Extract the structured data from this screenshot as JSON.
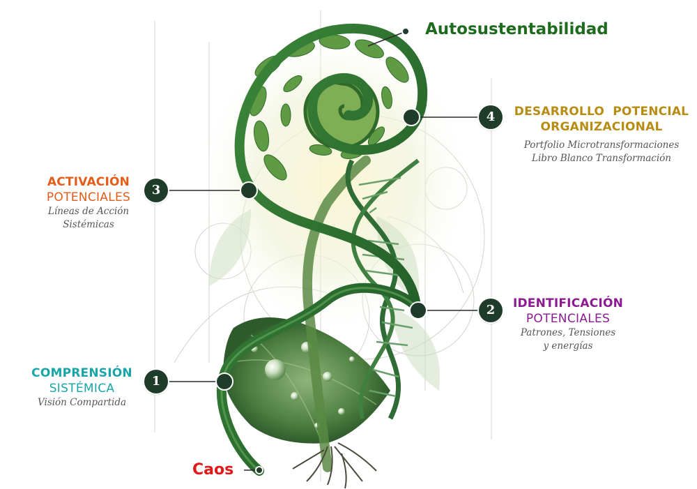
{
  "top_label": "Autosustentabilidad",
  "bottom_label": "Caos",
  "steps": [
    {
      "number": "1",
      "title": "COMPRENSIÓN",
      "subtitle": "SISTÉMICA",
      "details": [
        "Visión Compartida"
      ]
    },
    {
      "number": "2",
      "title": "IDENTIFICACIÓN",
      "subtitle": "POTENCIALES",
      "details": [
        "Patrones, Tensiones",
        "y energías"
      ]
    },
    {
      "number": "3",
      "title": "ACTIVACIÓN",
      "subtitle": "POTENCIALES",
      "details": [
        "Líneas de Acción",
        "Sistémicas"
      ]
    },
    {
      "number": "4",
      "title": "DESARROLLO  POTENCIAL",
      "subtitle": "ORGANIZACIONAL",
      "details": [
        "Portfolio Microtransformaciones",
        "Libro Blanco Transformación"
      ]
    }
  ],
  "colors": {
    "top_label": "#1e6b1e",
    "bottom_label": "#e0191b",
    "step1": "#19a5a8",
    "step2": "#8b1a93",
    "step3": "#e45c1a",
    "step4": "#b88c12",
    "detail": "#555555",
    "node": "#1f3b2a",
    "vine": "#2e6b2e"
  }
}
